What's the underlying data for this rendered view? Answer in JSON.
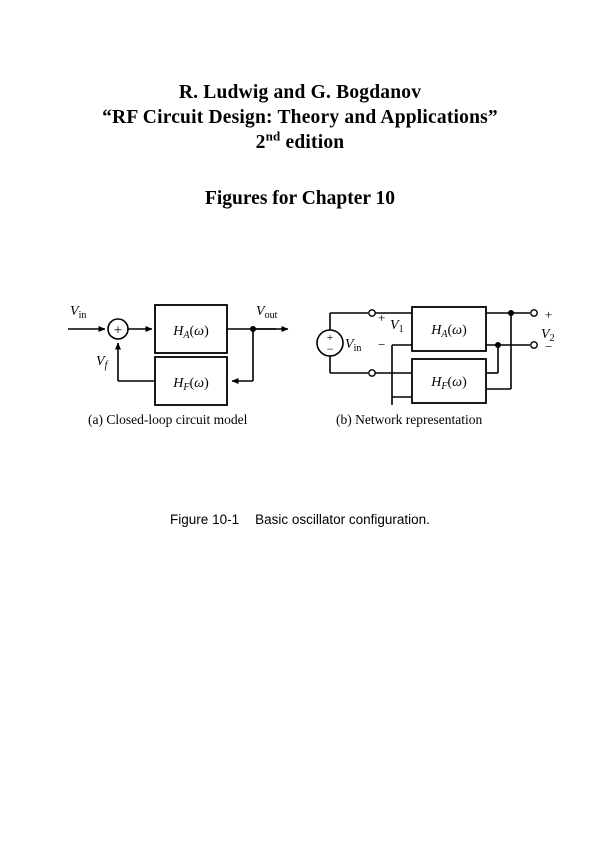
{
  "document": {
    "authors": "R. Ludwig and G. Bogdanov",
    "book_title": "“RF Circuit Design: Theory and Applications”",
    "edition_number": "2",
    "edition_superscript": "nd",
    "edition_word": "edition",
    "chapter_heading": "Figures for Chapter 10"
  },
  "figure": {
    "number": "Figure 10-1",
    "caption": "Basic oscillator configuration.",
    "subcaption_a": "(a) Closed-loop circuit model",
    "subcaption_b": "(b) Network representation",
    "ink_color": "#000000",
    "paper_color": "#ffffff"
  },
  "diagram_a": {
    "label": "Closed-loop circuit model",
    "input_label_v": "V",
    "input_label_sub": "in",
    "feedback_label_v": "V",
    "feedback_label_sub": "f",
    "output_label_v": "V",
    "output_label_sub": "out",
    "summing_symbol": "+",
    "block_forward_h": "H",
    "block_forward_sub": "A",
    "block_forward_arg": "(ω)",
    "block_feedback_h": "H",
    "block_feedback_sub": "F",
    "block_feedback_arg": "(ω)"
  },
  "diagram_b": {
    "label": "Network representation",
    "source_plus": "+",
    "source_minus": "−",
    "source_label_v": "V",
    "source_label_sub": "in",
    "port1_plus": "+",
    "port1_minus": "−",
    "port1_label_v": "V",
    "port1_label_sub": "1",
    "port2_plus": "+",
    "port2_minus": "−",
    "port2_label_v": "V",
    "port2_label_sub": "2",
    "block_forward_h": "H",
    "block_forward_sub": "A",
    "block_forward_arg": "(ω)",
    "block_feedback_h": "H",
    "block_feedback_sub": "F",
    "block_feedback_arg": "(ω)"
  }
}
